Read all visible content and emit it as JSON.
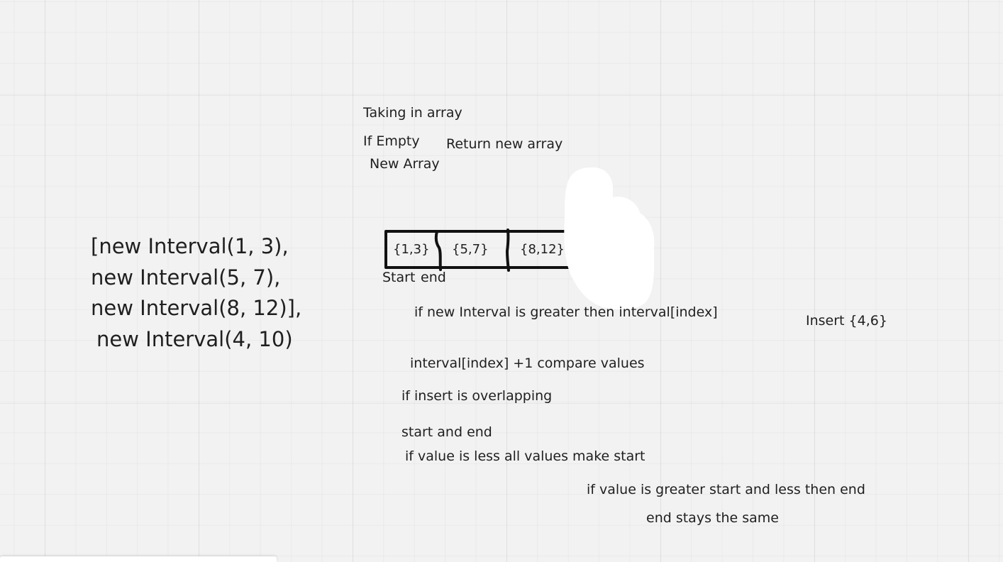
{
  "notes": {
    "taking_in_array": "Taking in array",
    "if_empty": "If Empty",
    "return_new_array": "Return new array",
    "new_array": "New Array",
    "start": "Start",
    "end": "end",
    "greater_then_index": "if new Interval is greater then interval[index]",
    "insert": "Insert {4,6}",
    "index_plus_one": "interval[index] +1 compare values",
    "if_overlapping": "if insert is overlapping",
    "start_and_end": "start and end",
    "less_all_values": "if value is less all values make start",
    "greater_start_less_end": "if value is greater start and less then end",
    "end_stays": "end stays the same"
  },
  "intervals_code": {
    "line1": "[new Interval(1, 3),",
    "line2": "new Interval(5, 7),",
    "line3": "new Interval(8, 12)],",
    "line4": "new Interval(4, 10)"
  },
  "array_cells": [
    {
      "label": "{1,3}"
    },
    {
      "label": "{5,7}"
    },
    {
      "label": "{8,12}"
    }
  ],
  "colors": {
    "background": "#f2f2f2",
    "ink": "#1f1f1f",
    "blob": "#ffffff"
  }
}
